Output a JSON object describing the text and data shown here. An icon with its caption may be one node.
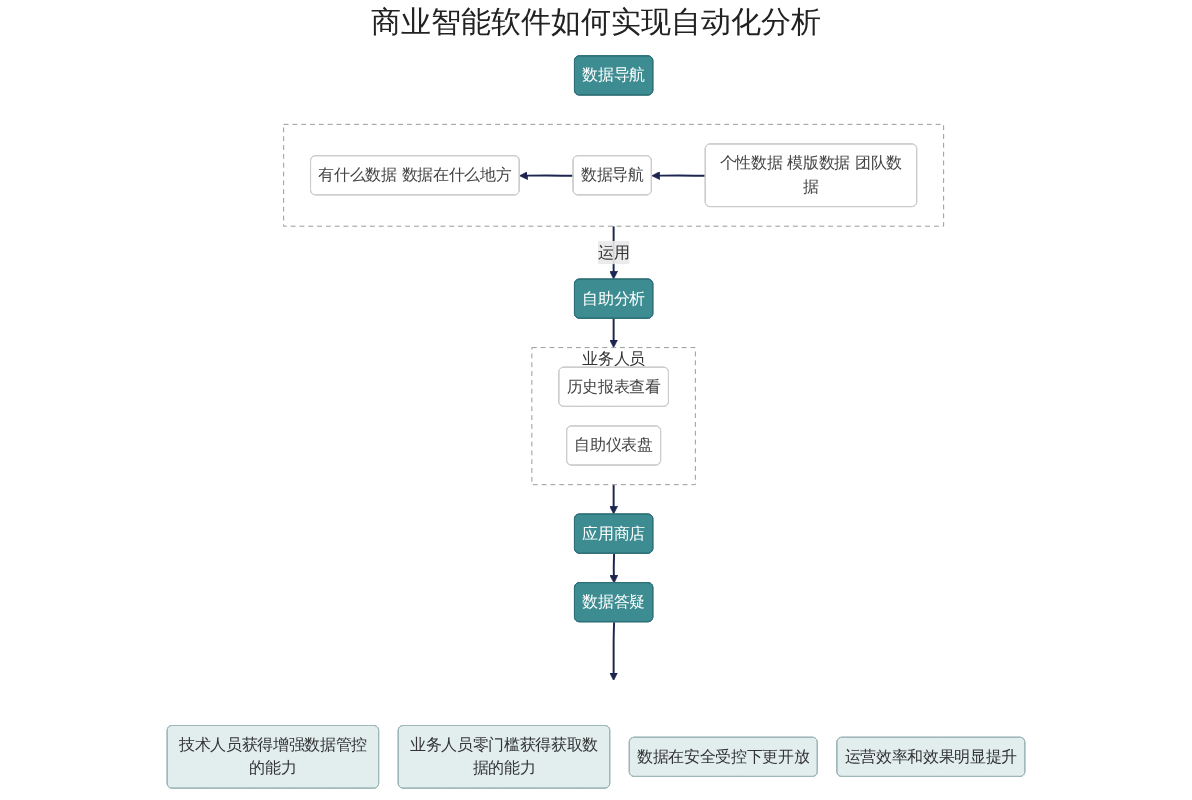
{
  "diagram": {
    "title": "商业智能软件如何实现自动化分析",
    "nodes": [
      {
        "text": [
          "数据导航"
        ]
      },
      {
        "text": [],
        "shape": "box"
      },
      {
        "text": [
          "有什么数据 数据在什么地方"
        ],
        "in": 1
      },
      {
        "text": [
          "数据导航"
        ],
        "in": 1
      },
      {
        "text": [
          "个性数据 模版数据 团队数据"
        ],
        "in": 1
      },
      {
        "text": [
          "自助分析"
        ]
      },
      {
        "text": [
          "业务人员"
        ]
      },
      {
        "text": [
          "历史报表查看"
        ],
        "in": 6
      },
      {
        "text": [
          "自助仪表盘"
        ],
        "in": 6
      },
      {
        "text": [
          "应用商店"
        ]
      },
      {
        "text": [
          "数据答疑"
        ]
      },
      {
        "text": [
          "技术人员获得增强数据管控的能力"
        ]
      },
      {
        "text": [
          "业务人员零门槛获得获取数据的能力"
        ]
      },
      {
        "text": [
          "数据在安全受控下更开放"
        ]
      },
      {
        "text": [
          "运营效率和效果明显提升"
        ]
      }
    ],
    "edges": [
      {
        "from": 4,
        "to": 3,
        "arrow": "to"
      },
      {
        "from": 3,
        "to": 2,
        "arrow": "to"
      },
      {
        "from": 1,
        "to": 5,
        "arrow": "to",
        "label": "运用"
      },
      {
        "from": 5,
        "to": 6,
        "arrow": "to"
      },
      {
        "from": 6,
        "to": 9,
        "arrow": "to"
      },
      {
        "from": 9,
        "to": 10,
        "arrow": "to"
      },
      {
        "from": 10,
        "to": null,
        "arrow": "to"
      }
    ]
  }
}
